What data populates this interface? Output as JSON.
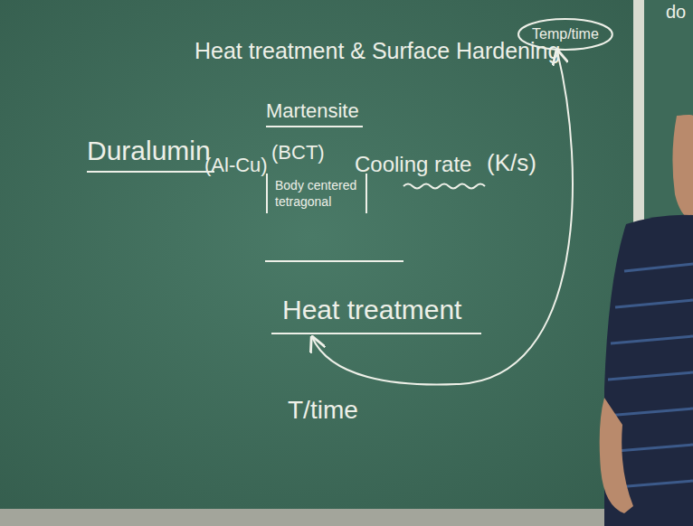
{
  "diagram": {
    "title": "Heat treatment & Surface Hardening",
    "nodes": [
      {
        "text": [
          "Temp/time"
        ]
      },
      {
        "text": [
          "Body centered tetragonal"
        ]
      },
      {
        "text": [
          "Heat treatment"
        ]
      }
    ],
    "edges": [
      {
        "from": 2,
        "to": 0,
        "arrow": "both"
      }
    ],
    "labels": [
      "Duralumin",
      "(Al-Cu)",
      "Martensite",
      "(BCT)",
      "Cooling rate",
      "(K/s)",
      "T/time",
      "do"
    ]
  }
}
